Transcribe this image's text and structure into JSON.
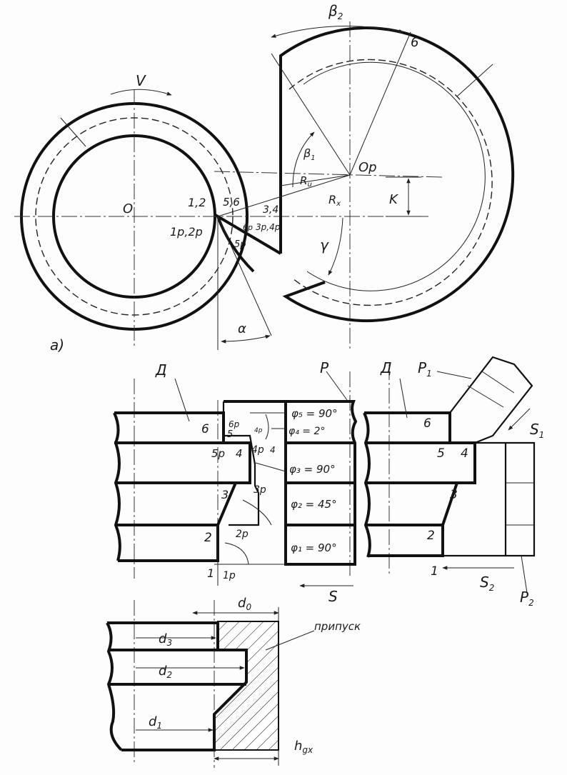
{
  "fig_a": {
    "caption": "а)",
    "v": "V",
    "beta2": "β",
    "beta2_sub": "2",
    "six": "6",
    "beta1": "β",
    "beta1_sub": "1",
    "op": "Op",
    "r_u": "R",
    "r_u_sub": "u",
    "r_x": "R",
    "r_x_sub": "x",
    "k": "K",
    "o": "O",
    "p12": "1,2",
    "p56": "5,6",
    "p34": "3,4",
    "p1p2p": "1p,2p",
    "p6p": "6p",
    "p3p4p": "3p,4p",
    "p5p": "5p",
    "gamma": "γ",
    "alpha": "α"
  },
  "fig_b": {
    "d": "Д",
    "p": "P",
    "n6": "6",
    "n6p": "6p",
    "n5": "5",
    "n5p": "5p",
    "n4": "4",
    "n4r": "4p",
    "n4p": "4p",
    "n4b": "4",
    "n3": "3",
    "n3p": "3p",
    "n2": "2",
    "n2p": "2p",
    "n1": "1",
    "n1p": "1p",
    "phi5": "φ₅ = 90°",
    "phi4": "φ₄ = 2°",
    "phi3": "φ₃ = 90°",
    "phi2": "φ₂ = 45°",
    "phi1": "φ₁ = 90°",
    "s": "S"
  },
  "fig_c": {
    "d": "Д",
    "p1": "P",
    "p1_sub": "1",
    "s1": "S",
    "s1_sub": "1",
    "n6": "6",
    "n5": "5",
    "n4": "4",
    "n3": "3",
    "n2": "2",
    "n1": "1",
    "s2": "S",
    "s2_sub": "2",
    "p2": "P",
    "p2_sub": "2"
  },
  "fig_d": {
    "d0": "d",
    "d0_sub": "0",
    "allowance": "припуск",
    "d3": "d",
    "d3_sub": "3",
    "d2": "d",
    "d2_sub": "2",
    "d1": "d",
    "d1_sub": "1",
    "hgx": "h",
    "hgx_sub": "gx"
  }
}
